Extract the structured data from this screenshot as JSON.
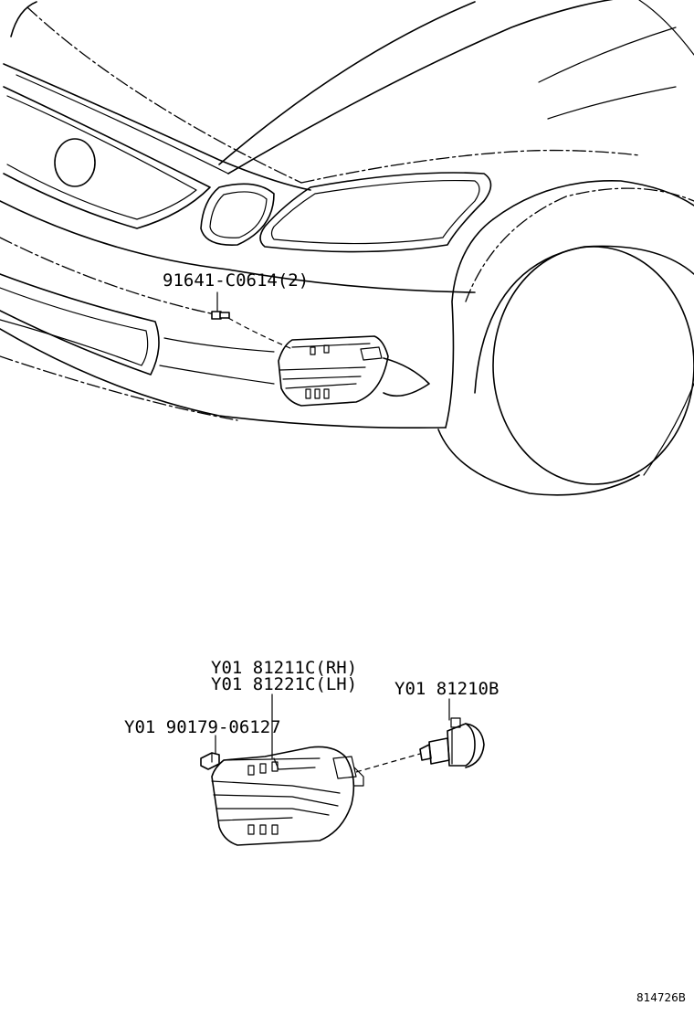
{
  "labels": {
    "bolt": "91641-C0614(2)",
    "lamp_rh": "Y01 81211C(RH)",
    "lamp_lh": "Y01 81221C(LH)",
    "bulb": "Y01 81210B",
    "clip": "Y01 90179-06127",
    "diagram_id": "814726B"
  }
}
